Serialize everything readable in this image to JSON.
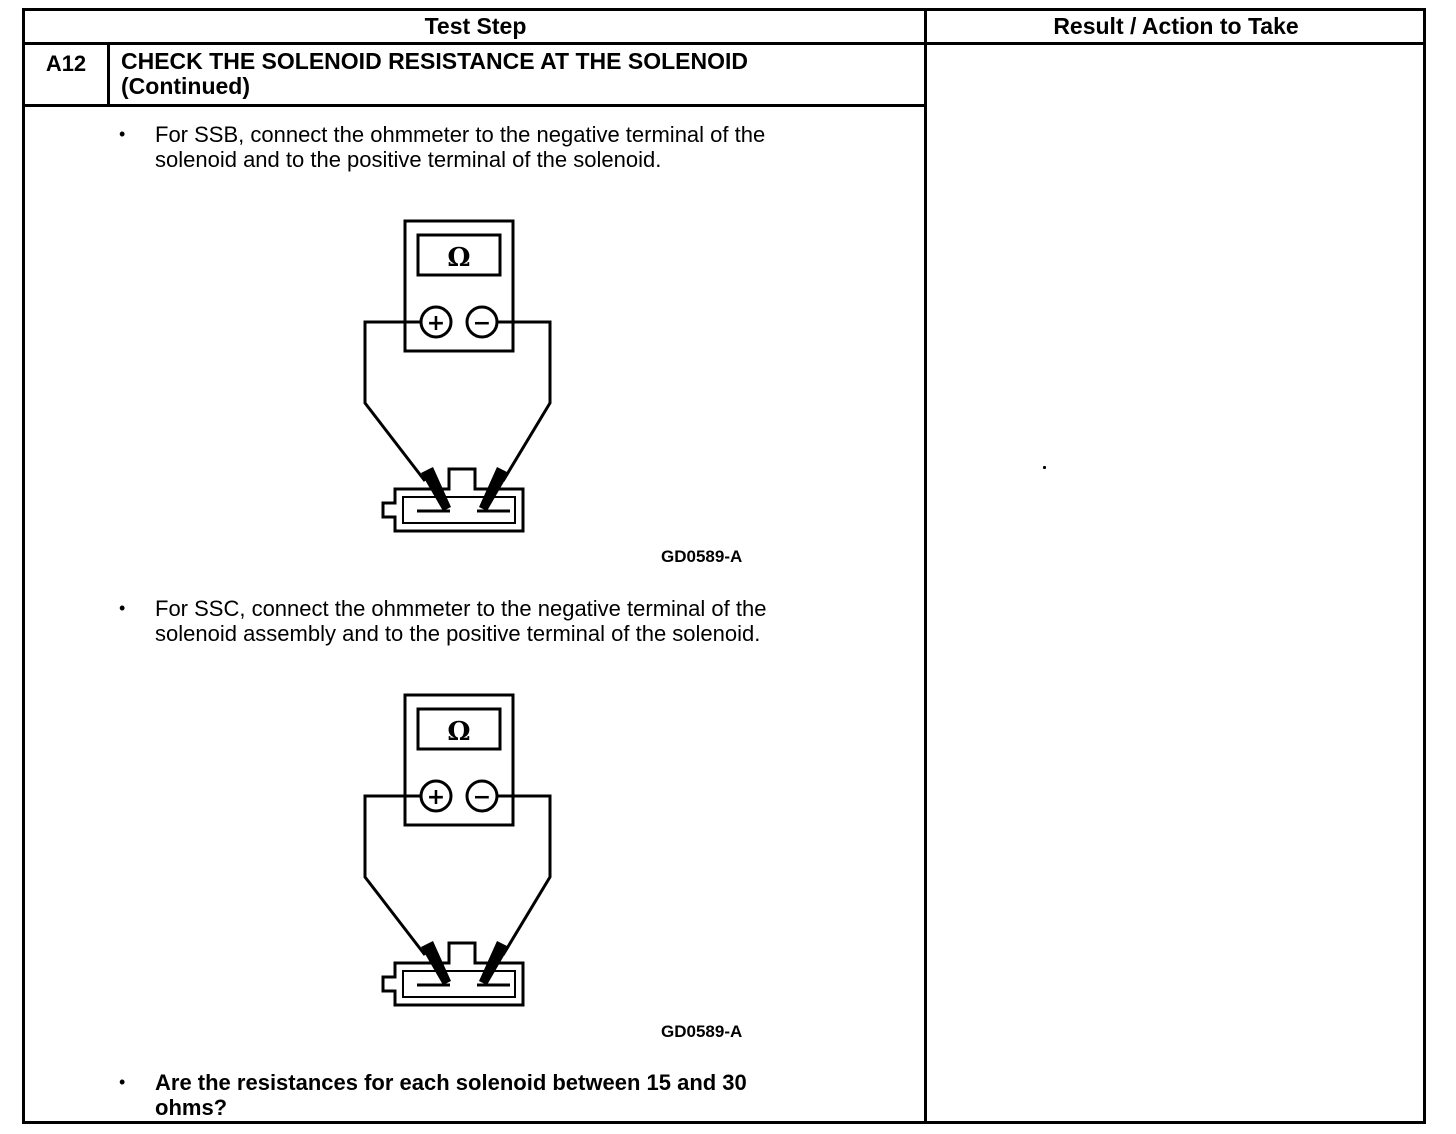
{
  "header": {
    "test_step": "Test Step",
    "result_action": "Result / Action to Take"
  },
  "step": {
    "id": "A12",
    "title_line1": "CHECK THE SOLENOID RESISTANCE AT THE SOLENOID",
    "title_line2": "(Continued)"
  },
  "bullets": [
    {
      "line1": "For SSB, connect the ohmmeter to the negative terminal of the",
      "line2": "solenoid and to the positive terminal of the solenoid."
    },
    {
      "line1": "For SSC, connect the ohmmeter to the negative terminal of the",
      "line2": "solenoid assembly and to the positive terminal of the solenoid."
    },
    {
      "line1": "Are the resistances for each solenoid between 15 and 30",
      "line2": "ohms?"
    }
  ],
  "figures": [
    {
      "id": "GD0589-A",
      "meter_symbol": "Ω",
      "plus": "+",
      "minus": "−"
    },
    {
      "id": "GD0589-A",
      "meter_symbol": "Ω",
      "plus": "+",
      "minus": "−"
    }
  ],
  "bullet_glyph": "•"
}
